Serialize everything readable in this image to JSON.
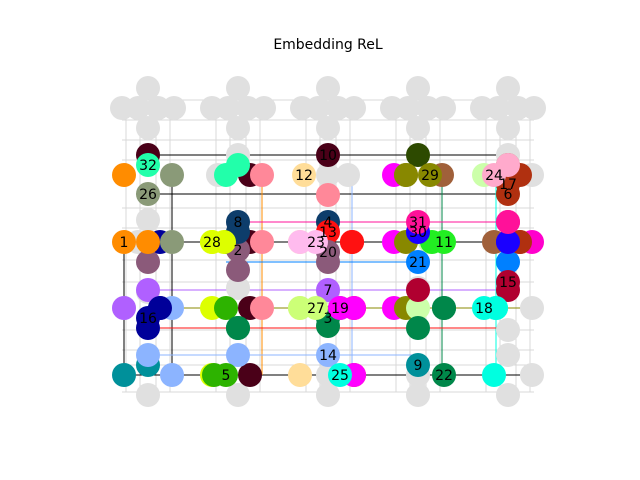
{
  "title": "Embedding ReL",
  "colors": {
    "background": "#ffffff",
    "grid_node": "#e0e0e0",
    "grid_edge": "#d8d8d8",
    "black_edge": "#000000"
  },
  "nodes": [
    {
      "id": "1",
      "color": "#ff8c00",
      "label": "1"
    },
    {
      "id": "2",
      "color": "#8b5a7a",
      "label": "2"
    },
    {
      "id": "3",
      "color": "#00874a",
      "label": "3"
    },
    {
      "id": "4",
      "color": "#0d3d6b",
      "label": "4"
    },
    {
      "id": "5",
      "color": "#2db300",
      "label": "5"
    },
    {
      "id": "6",
      "color": "#b03010",
      "label": "6"
    },
    {
      "id": "7",
      "color": "#b060ff",
      "label": "7"
    },
    {
      "id": "8",
      "color": "#0d3d6b",
      "label": "8"
    },
    {
      "id": "9",
      "color": "#00909a",
      "label": "9"
    },
    {
      "id": "10",
      "color": "#4a0018",
      "label": "10"
    },
    {
      "id": "11",
      "color": "#22ee22",
      "label": "11"
    },
    {
      "id": "12",
      "color": "#ffdd99",
      "label": "12"
    },
    {
      "id": "13",
      "color": "#ff1111",
      "label": "13"
    },
    {
      "id": "14",
      "color": "#8cb4ff",
      "label": "14"
    },
    {
      "id": "15",
      "color": "#b00030",
      "label": "15"
    },
    {
      "id": "16",
      "color": "#000099",
      "label": "16"
    },
    {
      "id": "17",
      "color": "#b03010",
      "label": "17"
    },
    {
      "id": "18",
      "color": "#00ffe0",
      "label": "18"
    },
    {
      "id": "19",
      "color": "#ff00ff",
      "label": "19"
    },
    {
      "id": "20",
      "color": "#8b5a7a",
      "label": "20"
    },
    {
      "id": "21",
      "color": "#0080ff",
      "label": "21"
    },
    {
      "id": "22",
      "color": "#00874a",
      "label": "22"
    },
    {
      "id": "23",
      "color": "#ffbbee",
      "label": "23"
    },
    {
      "id": "24",
      "color": "#ffaacc",
      "label": "24"
    },
    {
      "id": "25",
      "color": "#00ffe0",
      "label": "25"
    },
    {
      "id": "26",
      "color": "#8a9a78",
      "label": "26"
    },
    {
      "id": "27",
      "color": "#ccff77",
      "label": "27"
    },
    {
      "id": "28",
      "color": "#ddff00",
      "label": "28"
    },
    {
      "id": "29",
      "color": "#888800",
      "label": "29"
    },
    {
      "id": "30",
      "color": "#1a00ff",
      "label": "30"
    },
    {
      "id": "31",
      "color": "#ff1199",
      "label": "31"
    },
    {
      "id": "32",
      "color": "#22ffaa",
      "label": "32"
    }
  ]
}
